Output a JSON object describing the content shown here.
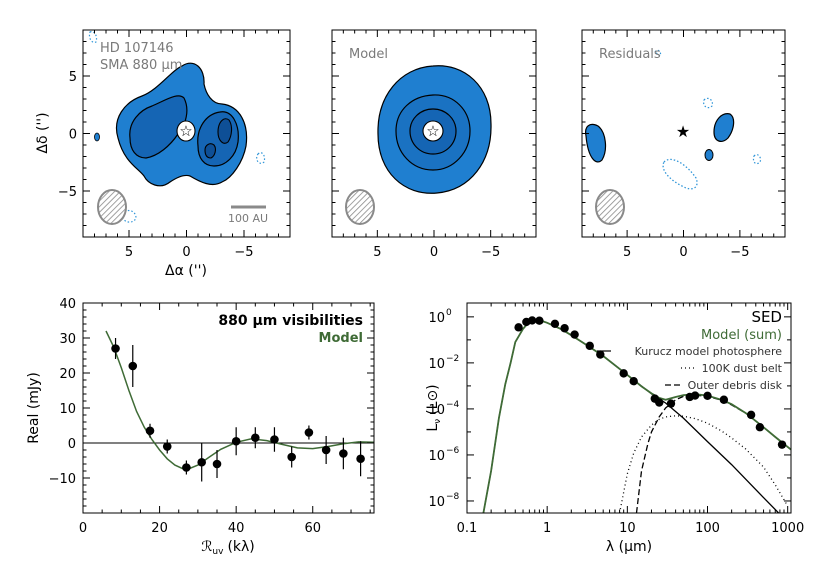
{
  "chart_data": [
    {
      "type": "contour",
      "panel": "data-map",
      "labels": [
        "HD 107146",
        "SMA 880 μm"
      ],
      "scalebar": "100 AU",
      "xlabel": "Δα ('')",
      "ylabel": "Δδ ('')",
      "xlim": [
        9,
        -9
      ],
      "ylim": [
        -9,
        9
      ],
      "xticks": [
        5,
        0,
        -5
      ],
      "yticks": [
        5,
        0,
        -5
      ],
      "xtick_labels": [
        "5",
        "0",
        "−5"
      ],
      "ytick_labels": [
        "5",
        "0",
        "−5"
      ],
      "fill_color": "#1f7fd0",
      "inner_fill_color": "#1565b4"
    },
    {
      "type": "contour",
      "panel": "model-map",
      "label": "Model",
      "xlim": [
        9,
        -9
      ],
      "ylim": [
        -9,
        9
      ],
      "xticks": [
        5,
        0,
        -5
      ],
      "xtick_labels": [
        "5",
        "0",
        "−5"
      ],
      "fill_color": "#1f7fd0"
    },
    {
      "type": "contour",
      "panel": "residual-map",
      "label": "Residuals",
      "xlim": [
        9,
        -9
      ],
      "ylim": [
        -9,
        9
      ],
      "xticks": [
        5,
        0,
        -5
      ],
      "xtick_labels": [
        "5",
        "0",
        "−5"
      ],
      "fill_color": "#1f7fd0"
    },
    {
      "type": "scatter",
      "panel": "visibilities",
      "legend": [
        "880 μm visibilities",
        "Model"
      ],
      "xlabel_main": "ℛ",
      "xlabel_sub": "uv",
      "xlabel_unit": "(kλ)",
      "ylabel": "Real (mJy)",
      "xlim": [
        0,
        76
      ],
      "ylim": [
        -20,
        40
      ],
      "xticks": [
        0,
        20,
        40,
        60
      ],
      "yticks": [
        -10,
        0,
        10,
        20,
        30,
        40
      ],
      "ytick_labels": [
        "−10",
        "0",
        "10",
        "20",
        "30",
        "40"
      ],
      "series": [
        {
          "name": "880 μm visibilities",
          "x": [
            8.5,
            13,
            17.5,
            22,
            27,
            31,
            35,
            40,
            45,
            50,
            54.5,
            59,
            63.5,
            68,
            72.5
          ],
          "y": [
            27,
            22,
            3.5,
            -1,
            -7,
            -5.5,
            -6,
            0.5,
            1.5,
            1,
            -4,
            3,
            -2,
            -3,
            -4.5
          ],
          "yerr": [
            3,
            6,
            2,
            2,
            2,
            5.5,
            4,
            4,
            3,
            3.5,
            3,
            2,
            4,
            4.5,
            5
          ]
        },
        {
          "name": "Model",
          "x": [
            6,
            8,
            10,
            12,
            14,
            16,
            18,
            20,
            22,
            24,
            26,
            28,
            30,
            33,
            36,
            40,
            44,
            48,
            52,
            56,
            60,
            64,
            68,
            72,
            76
          ],
          "y": [
            32,
            27.5,
            21.5,
            15,
            9,
            4.5,
            1,
            -2,
            -4.5,
            -6.3,
            -7.3,
            -7.2,
            -6.3,
            -4,
            -1.8,
            0.2,
            1.2,
            0.7,
            -0.4,
            -1.4,
            -1.6,
            -1,
            -0.2,
            0.3,
            0.2
          ],
          "color": "#3f6b36"
        },
        {
          "name": "zero",
          "y": 0
        }
      ]
    },
    {
      "type": "line",
      "panel": "sed",
      "title": "SED",
      "legend": [
        "Model (sum)",
        "Kurucz model photosphere",
        "100K dust belt",
        "Outer debris disk"
      ],
      "xlabel": "λ (μm)",
      "ylabel_main": "L",
      "ylabel_sub": "ν",
      "ylabel_unit": "(L⊙)",
      "xscale": "log",
      "yscale": "log",
      "xlim": [
        0.1,
        1100
      ],
      "ylim": [
        3e-09,
        4
      ],
      "xticks": [
        0.1,
        1,
        10,
        100,
        1000
      ],
      "xtick_labels": [
        "0.1",
        "1",
        "10",
        "100",
        "1000"
      ],
      "yticks_exp": [
        -8,
        -6,
        -4,
        -2,
        0
      ],
      "points": {
        "x": [
          0.44,
          0.55,
          0.65,
          0.8,
          1.25,
          1.65,
          2.2,
          3.4,
          4.6,
          9,
          12,
          22,
          25,
          35,
          60,
          70,
          100,
          160,
          350,
          450,
          850
        ],
        "y": [
          0.35,
          0.6,
          0.7,
          0.68,
          0.5,
          0.32,
          0.17,
          0.055,
          0.023,
          0.0035,
          0.0016,
          0.00028,
          0.00019,
          0.00017,
          0.00033,
          0.00038,
          0.00037,
          0.00025,
          5.5e-05,
          1.6e-05,
          2.8e-06
        ],
        "yerr_hi": [
          0,
          0,
          0,
          0,
          0,
          0,
          0,
          0,
          0,
          0,
          0,
          0,
          0,
          0,
          0,
          0,
          0,
          0,
          0,
          4e-06,
          0
        ]
      },
      "photosphere": {
        "x": [
          0.16,
          0.2,
          0.25,
          0.3,
          0.35,
          0.4,
          0.5,
          0.6,
          0.8,
          1,
          1.5,
          2,
          3,
          5,
          10,
          20,
          30,
          50,
          100,
          200,
          500,
          1000
        ],
        "y": [
          3e-09,
          2e-07,
          4e-05,
          0.0012,
          0.01,
          0.08,
          0.3,
          0.62,
          0.72,
          0.55,
          0.29,
          0.16,
          0.065,
          0.02,
          0.003,
          0.00045,
          0.00018,
          4e-05,
          3.8e-06,
          3.8e-07,
          1.4e-08,
          1.2e-09
        ]
      },
      "warm_belt": {
        "x": [
          8,
          10,
          12,
          15,
          20,
          25,
          30,
          40,
          50,
          70,
          100,
          150,
          200,
          300,
          500,
          700,
          1000
        ],
        "y": [
          3e-09,
          1.5e-07,
          1.2e-06,
          6e-06,
          2e-05,
          3.5e-05,
          4.5e-05,
          5e-05,
          4.8e-05,
          3.8e-05,
          2.4e-05,
          1.1e-05,
          5.5e-06,
          1.8e-06,
          3e-07,
          5e-08,
          6e-09
        ]
      },
      "outer_disk": {
        "x": [
          13,
          15,
          18,
          20,
          25,
          30,
          40,
          50,
          60,
          80,
          100,
          150,
          200,
          300,
          500,
          700,
          900,
          1100
        ],
        "y": [
          3e-09,
          2e-07,
          3e-06,
          1e-05,
          4.5e-05,
          0.00011,
          0.00025,
          0.00035,
          0.00038,
          0.00038,
          0.00035,
          0.00024,
          0.00015,
          6.5e-05,
          1.6e-05,
          6e-06,
          3e-06,
          1.7e-06
        ]
      },
      "model_sum": {
        "x": [
          0.16,
          0.2,
          0.25,
          0.3,
          0.35,
          0.4,
          0.5,
          0.6,
          0.8,
          1,
          1.5,
          2,
          3,
          5,
          10,
          15,
          20,
          25,
          30,
          40,
          50,
          60,
          80,
          100,
          150,
          200,
          300,
          500,
          700,
          900,
          1100
        ],
        "y": [
          3e-09,
          2e-07,
          4e-05,
          0.0012,
          0.01,
          0.08,
          0.3,
          0.62,
          0.72,
          0.55,
          0.29,
          0.16,
          0.065,
          0.02,
          0.003,
          0.00095,
          0.00047,
          0.0003,
          0.00025,
          0.00033,
          0.0004,
          0.00042,
          0.00042,
          0.00038,
          0.00025,
          0.00016,
          6.6e-05,
          1.6e-05,
          6e-06,
          3e-06,
          1.7e-06
        ],
        "color": "#3f6b36"
      }
    }
  ]
}
